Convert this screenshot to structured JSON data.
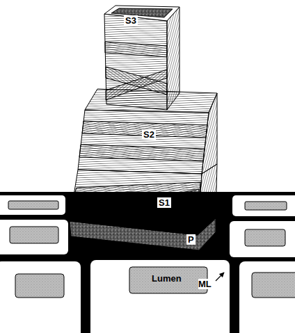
{
  "diagram": {
    "labels": [
      "S3",
      "S2",
      "S1",
      "P",
      "Lumen",
      "ML"
    ]
  }
}
